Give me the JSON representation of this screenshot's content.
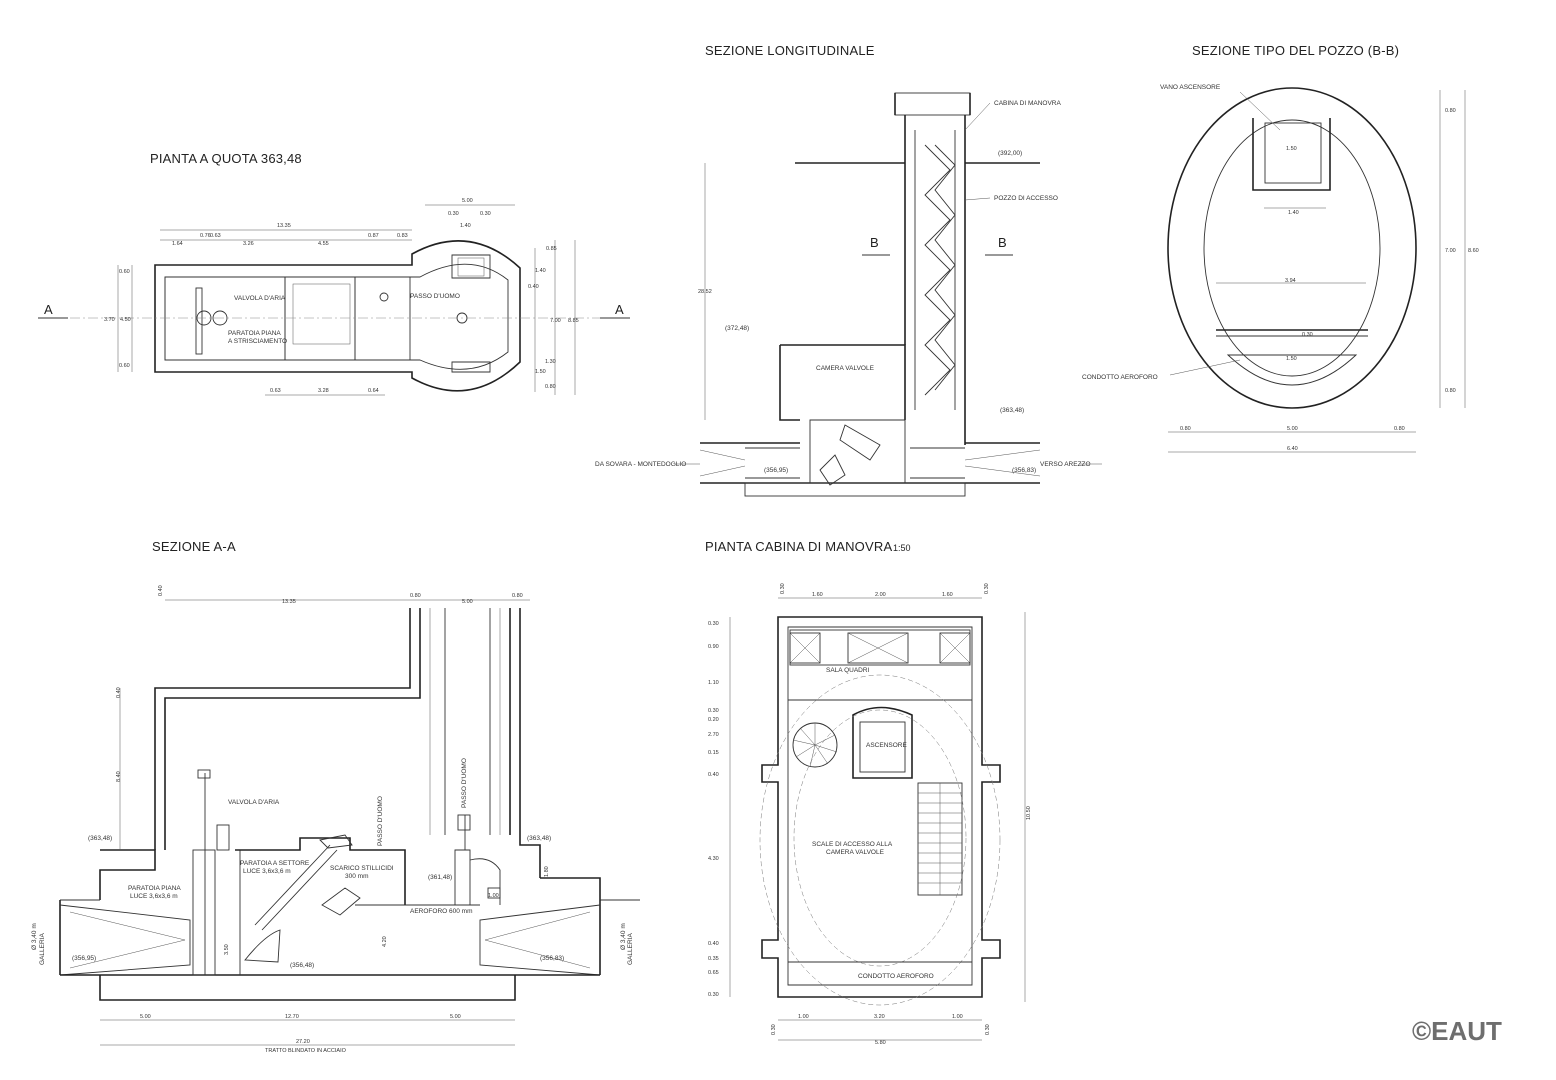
{
  "drawing": {
    "titles": {
      "pianta_quota": "PIANTA A QUOTA 363,48",
      "sezione_longitudinale": "SEZIONE LONGITUDINALE",
      "sezione_pozzo": "SEZIONE TIPO DEL POZZO (B-B)",
      "sezione_aa": "SEZIONE A-A",
      "pianta_cabina": "PIANTA CABINA DI MANOVRA",
      "pianta_cabina_scale": "1:50"
    },
    "section_marks": {
      "a": "A",
      "b": "B"
    },
    "labels": {
      "valvola_aria": "VALVOLA D'ARIA",
      "paratoia_piana_strisciamento_1": "PARATOIA PIANA",
      "paratoia_piana_strisciamento_2": "A STRISCIAMENTO",
      "passo_uomo": "PASSO D'UOMO",
      "cabina_manovra": "CABINA DI MANOVRA",
      "pozzo_accesso": "POZZO DI ACCESSO",
      "camera_valvole": "CAMERA VALVOLE",
      "da_sovara": "DA SOVARA - MONTEDOGLIO",
      "verso_arezzo": "VERSO AREZZO",
      "vano_ascensore": "VANO ASCENSORE",
      "condotto_aeroforo": "CONDOTTO AEROFORO",
      "paratoia_piana_luce_1": "PARATOIA PIANA",
      "paratoia_piana_luce_2": "LUCE 3,6x3,6 m",
      "paratoia_settore_1": "PARATOIA A SETTORE",
      "paratoia_settore_2": "LUCE 3,6x3,6 m",
      "scarico_1": "SCARICO STILLICIDI",
      "scarico_2": "300 mm",
      "aeroforo": "AEROFORO 600 mm",
      "passo_uomo_v": "PASSO D'UOMO",
      "galleria": "GALLERIA",
      "tratto_blindato": "TRATTO BLINDATO IN ACCIAIO",
      "sala_quadri": "SALA QUADRI",
      "ascensore": "ASCENSORE",
      "scale_1": "SCALE DI ACCESSO ALLA",
      "scale_2": "CAMERA VALVOLE",
      "condotto_aeroforo_cab": "CONDOTTO AEROFORO"
    },
    "elevations": {
      "e392": "(392,00)",
      "e372": "(372,48)",
      "e363": "(363,48)",
      "e356_95": "(356,95)",
      "e356_83": "(356,83)",
      "e356_48": "(356,48)",
      "e361_48": "(361,48)"
    },
    "dims_plan": {
      "total": "13.35",
      "d500": "5.00",
      "a164": "1.64",
      "a076": "0.76",
      "a063": "0.63",
      "a326": "3.26",
      "a455": "4.55",
      "a087": "0.87",
      "a083": "0.83",
      "a030a": "0.30",
      "a030b": "0.30",
      "a140": "1.40",
      "v060a": "0.60",
      "v370": "3.70",
      "v450": "4.50",
      "v060b": "0.60",
      "r085": "0.85",
      "r140": "1.40",
      "r040": "0.40",
      "r700": "7.00",
      "r130": "1.30",
      "r150": "1.50",
      "r080": "0.80",
      "r885": "8.85",
      "b063": "0.63",
      "b328": "3.28",
      "b064": "0.64"
    },
    "dims_long": {
      "h2852": "28.52"
    },
    "dims_pozzo": {
      "v080a": "0.80",
      "v150": "1.50",
      "v700": "7.00",
      "v860": "8.60",
      "v080b": "0.80",
      "h140": "1.40",
      "h394": "3.94",
      "h030": "0.30",
      "h150b": "1.50",
      "b080a": "0.80",
      "b500": "5.00",
      "b080b": "0.80",
      "b640": "6.40"
    },
    "dims_aa": {
      "t040": "0.40",
      "t1335": "13.35",
      "t080a": "0.80",
      "t500": "5.00",
      "t080b": "0.80",
      "l040": "0.40",
      "l840": "8.40",
      "l340": "Ø 3,40 m",
      "r340": "Ø 3,40 m",
      "s350": "3.50",
      "s420": "4.20",
      "r180": "1.80",
      "r100": "1.00",
      "b500a": "5.00",
      "b1270": "12.70",
      "b500b": "5.00",
      "b2720": "27.20"
    },
    "dims_cab": {
      "t030a": "0.30",
      "t160a": "1.60",
      "t200": "2.00",
      "t160b": "1.60",
      "t030b": "0.30",
      "l030": "0.30",
      "l090": "0.90",
      "l110": "1.10",
      "l030b": "0.30",
      "l020": "0.20",
      "l270": "2.70",
      "l015": "0.15",
      "l040": "0.40",
      "l430": "4.30",
      "l040b": "0.40",
      "l035": "0.35",
      "l065": "0.65",
      "l030c": "0.30",
      "r1050": "10.50",
      "b030a": "0.30",
      "b100a": "1.00",
      "b320": "3.20",
      "b100b": "1.00",
      "b030b": "0.30",
      "b580": "5.80"
    },
    "watermark": "©EAUT"
  }
}
